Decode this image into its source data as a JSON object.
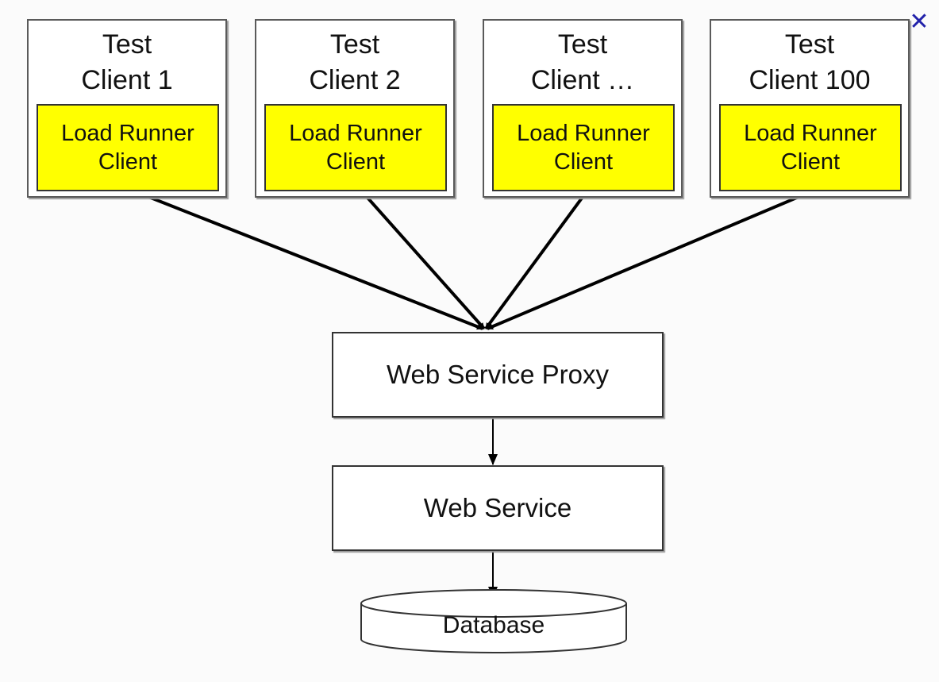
{
  "clients": [
    {
      "title": "Test\nClient 1",
      "runner": "Load Runner\nClient"
    },
    {
      "title": "Test\nClient 2",
      "runner": "Load Runner\nClient"
    },
    {
      "title": "Test\nClient …",
      "runner": "Load Runner\nClient"
    },
    {
      "title": "Test\nClient 100",
      "runner": "Load Runner\nClient"
    }
  ],
  "proxy": {
    "label": "Web Service Proxy"
  },
  "service": {
    "label": "Web Service"
  },
  "database": {
    "label": "Database"
  },
  "close_icon": "close-icon",
  "colors": {
    "runner_fill": "#ffff00",
    "close": "#2222aa"
  }
}
